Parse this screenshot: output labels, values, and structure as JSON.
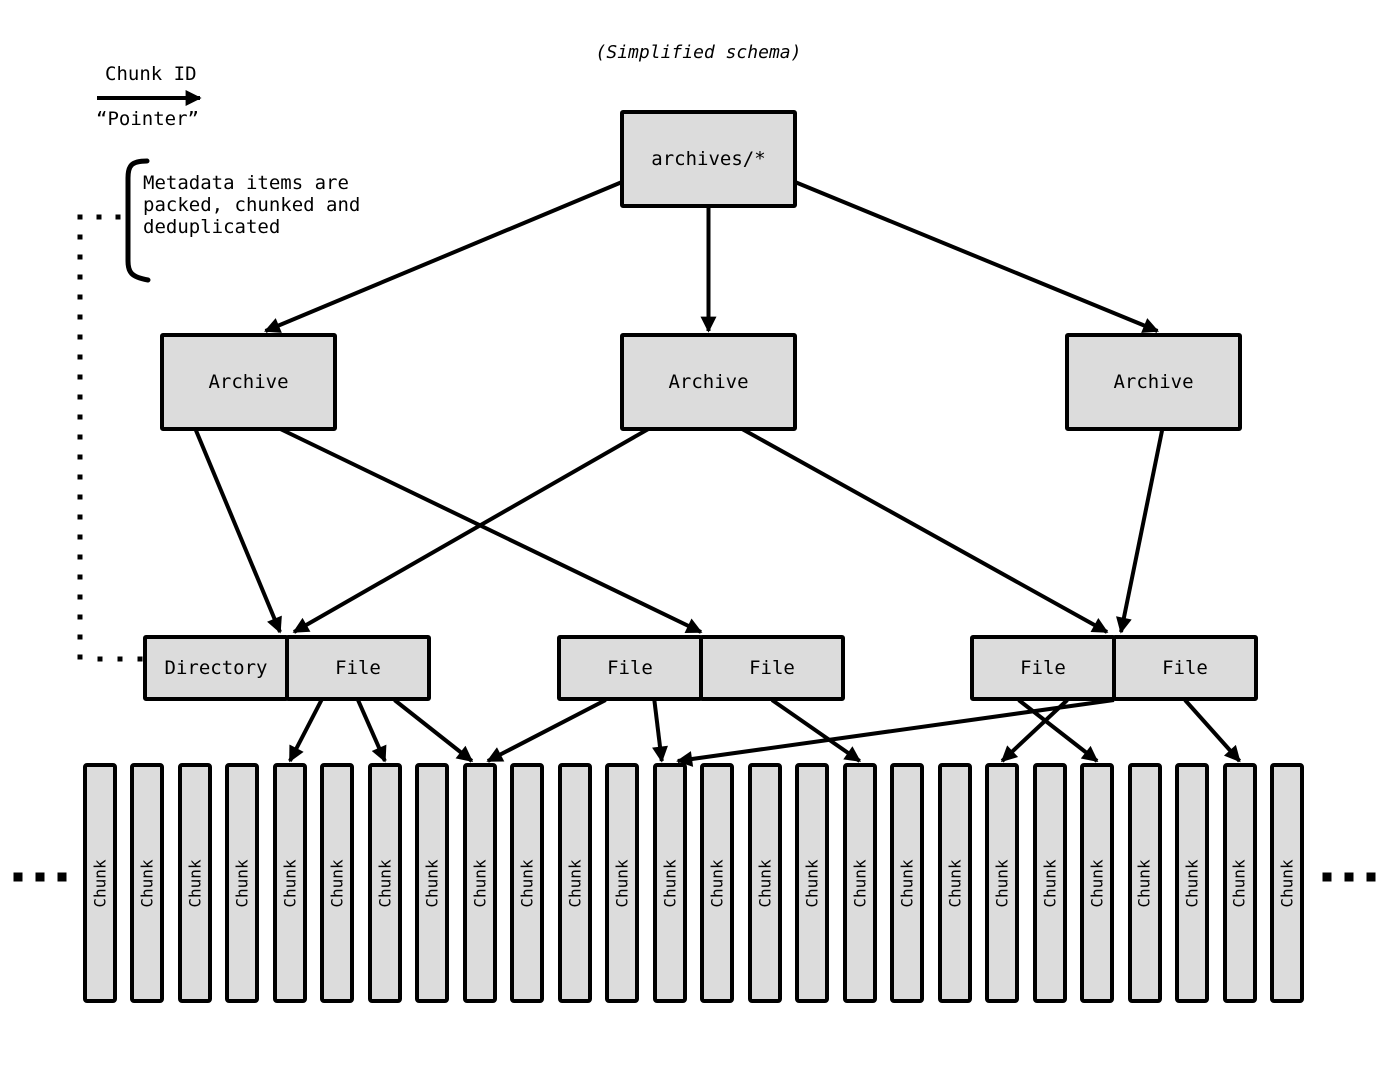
{
  "title": "(Simplified schema)",
  "legend": {
    "label": "Chunk ID",
    "sublabel": "“Pointer”",
    "arrow_icon": "right-arrow-icon"
  },
  "note": {
    "text": "Metadata items are\npacked, chunked and\ndeduplicated"
  },
  "colors": {
    "background": "#ffffff",
    "box_fill": "#dcdcdc",
    "stroke": "#000000"
  },
  "nodes": {
    "root": {
      "label": "archives/*"
    },
    "archives": [
      {
        "label": "Archive"
      },
      {
        "label": "Archive"
      },
      {
        "label": "Archive"
      }
    ],
    "pairs": [
      {
        "cells": [
          {
            "label": "Directory"
          },
          {
            "label": "File"
          }
        ]
      },
      {
        "cells": [
          {
            "label": "File"
          },
          {
            "label": "File"
          }
        ]
      },
      {
        "cells": [
          {
            "label": "File"
          },
          {
            "label": "File"
          }
        ]
      }
    ],
    "chunks": {
      "label": "Chunk",
      "count": 26
    }
  },
  "ellipsis": {
    "left": "...",
    "right": "..."
  },
  "edges": {
    "root_to_archives": [
      0,
      1,
      2
    ],
    "archive_to_pairs": [
      {
        "archive": 0,
        "pair": 0
      },
      {
        "archive": 0,
        "pair": 1
      },
      {
        "archive": 1,
        "pair": 0
      },
      {
        "archive": 1,
        "pair": 2
      },
      {
        "archive": 2,
        "pair": 2
      }
    ],
    "file_to_chunk": [
      {
        "pair": 0,
        "file": 1,
        "chunk": 5
      },
      {
        "pair": 0,
        "file": 1,
        "chunk": 7
      },
      {
        "pair": 0,
        "file": 1,
        "chunk": 9
      },
      {
        "pair": 1,
        "file": 0,
        "chunk": 9
      },
      {
        "pair": 1,
        "file": 0,
        "chunk": 13
      },
      {
        "pair": 1,
        "file": 1,
        "chunk": 17
      },
      {
        "pair": 2,
        "file": 0,
        "chunk": 22
      },
      {
        "pair": 2,
        "file": 0,
        "chunk": 20
      },
      {
        "pair": 2,
        "junction": true,
        "chunk": 13
      },
      {
        "pair": 2,
        "file": 1,
        "chunk": 25
      }
    ]
  }
}
